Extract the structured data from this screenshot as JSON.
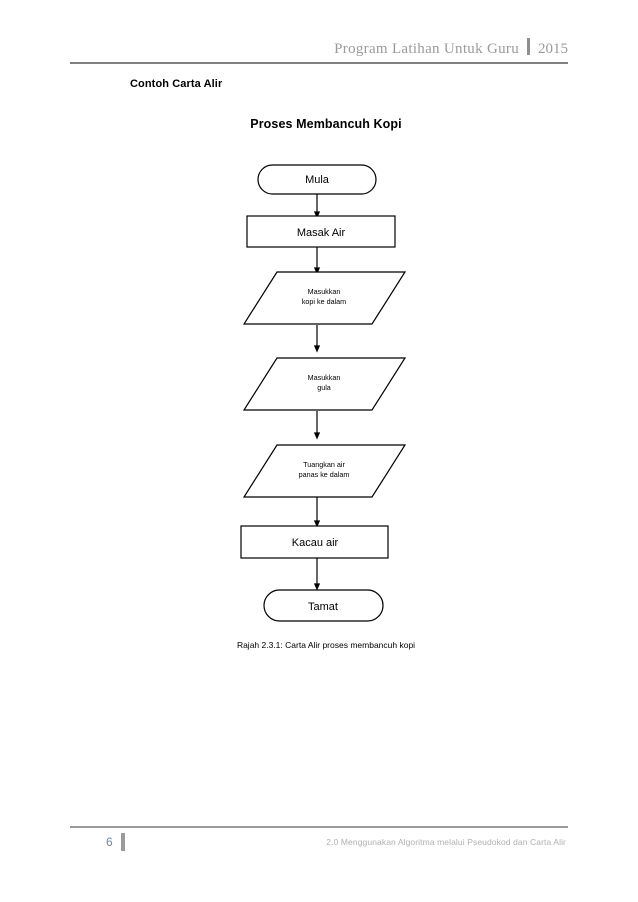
{
  "header": {
    "title": "Program Latihan Untuk Guru",
    "year": "2015"
  },
  "section": {
    "heading": "Contoh Carta Alir"
  },
  "flowchart": {
    "title": "Proses Membancuh Kopi",
    "caption": "Rajah 2.3.1: Carta Alir proses membancuh kopi",
    "nodes": [
      {
        "id": "start",
        "shape": "terminator",
        "label": "Mula"
      },
      {
        "id": "boil",
        "shape": "process",
        "label": "Masak Air"
      },
      {
        "id": "coffee",
        "shape": "parallelogram",
        "label_line1": "Masukkan",
        "label_line2": "kopi ke dalam"
      },
      {
        "id": "sugar",
        "shape": "parallelogram",
        "label_line1": "Masukkan",
        "label_line2": "gula"
      },
      {
        "id": "water",
        "shape": "parallelogram",
        "label_line1": "Tuangkan air",
        "label_line2": "panas ke dalam"
      },
      {
        "id": "stir",
        "shape": "process",
        "label": "Kacau air"
      },
      {
        "id": "end",
        "shape": "terminator",
        "label": "Tamat"
      }
    ]
  },
  "footer": {
    "page_number": "6",
    "note": "2.0 Menggunakan Algoritma melalui Pseudokod dan Carta Alir"
  },
  "colors": {
    "header_text": "#9a9a9a",
    "rule": "#808080",
    "page_number": "#6b88a8",
    "footer_note": "#b0b0b0",
    "stroke": "#000000"
  }
}
